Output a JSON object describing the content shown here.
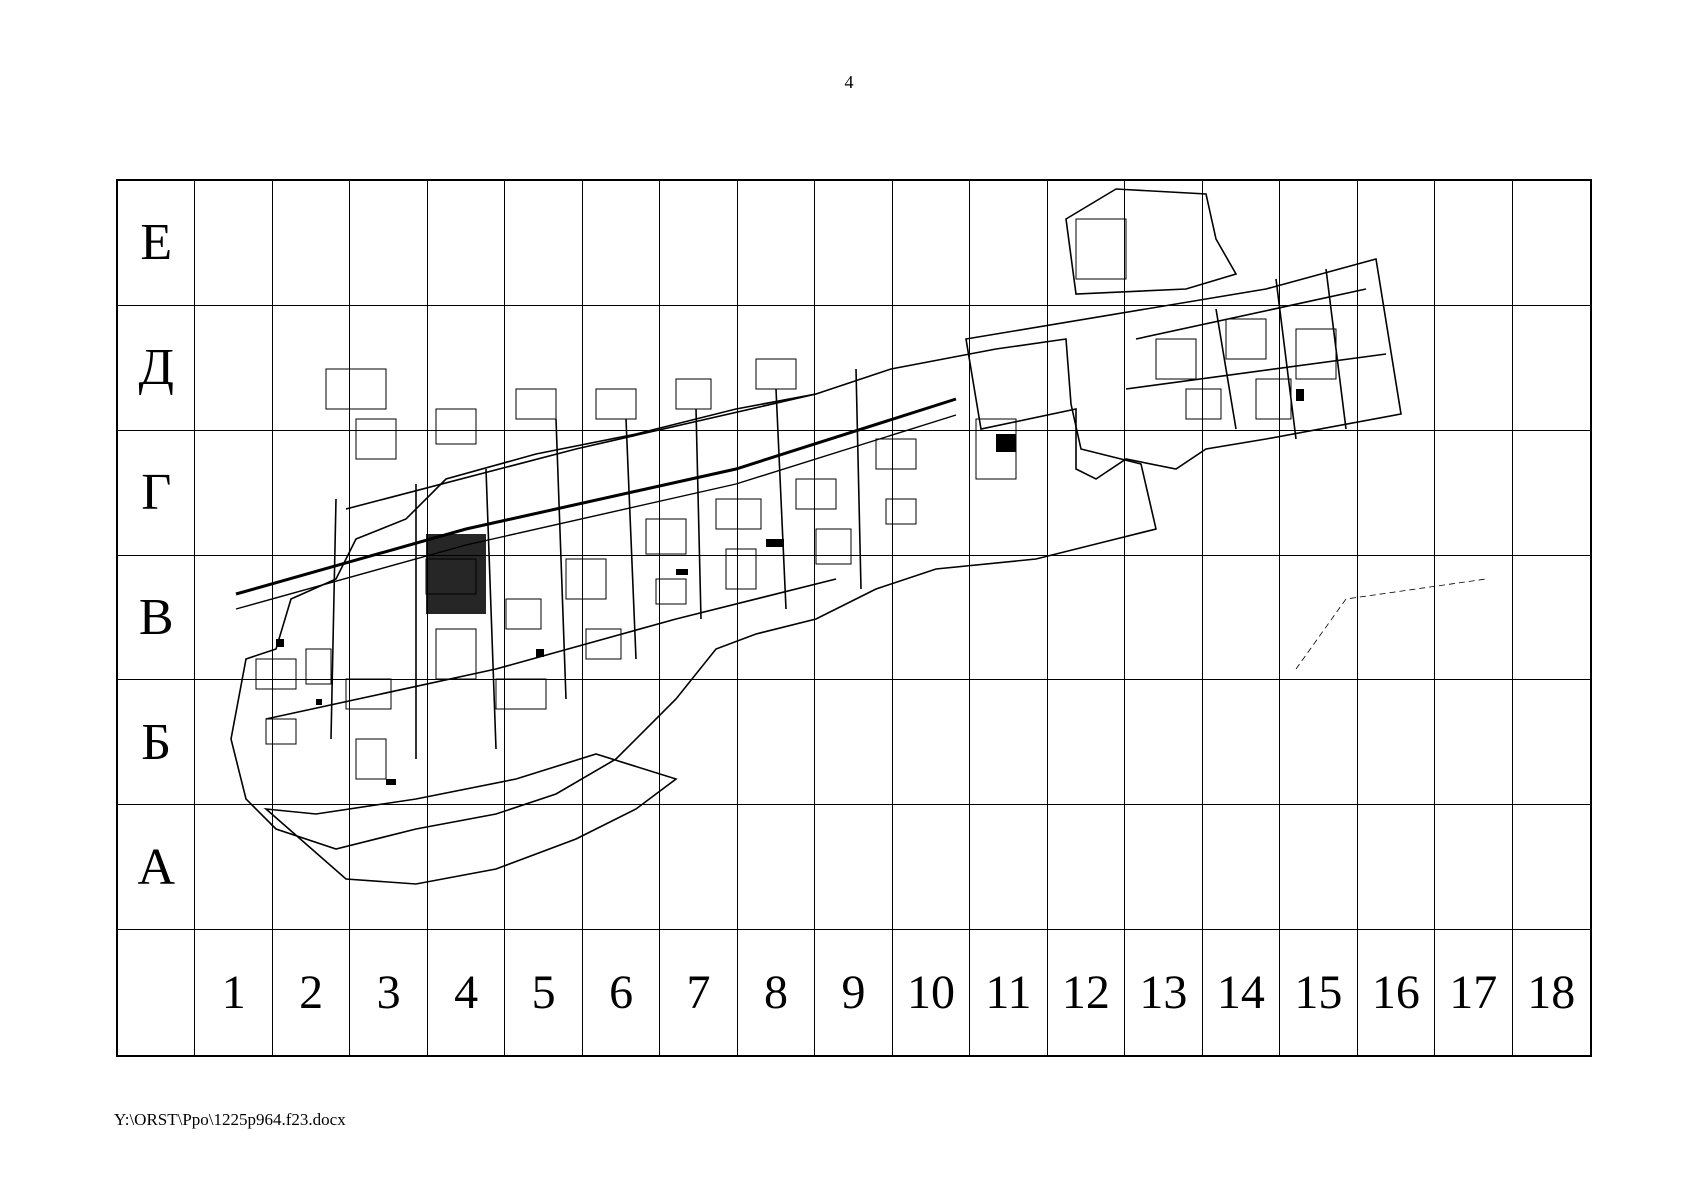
{
  "page_number": "4",
  "grid": {
    "row_labels": [
      "Е",
      "Д",
      "Г",
      "В",
      "Б",
      "А"
    ],
    "column_labels": [
      "1",
      "2",
      "3",
      "4",
      "5",
      "6",
      "7",
      "8",
      "9",
      "10",
      "11",
      "12",
      "13",
      "14",
      "15",
      "16",
      "17",
      "18"
    ]
  },
  "footer": {
    "file_path": "Y:\\ORST\\Ppo\\1225p964.f23.docx"
  }
}
